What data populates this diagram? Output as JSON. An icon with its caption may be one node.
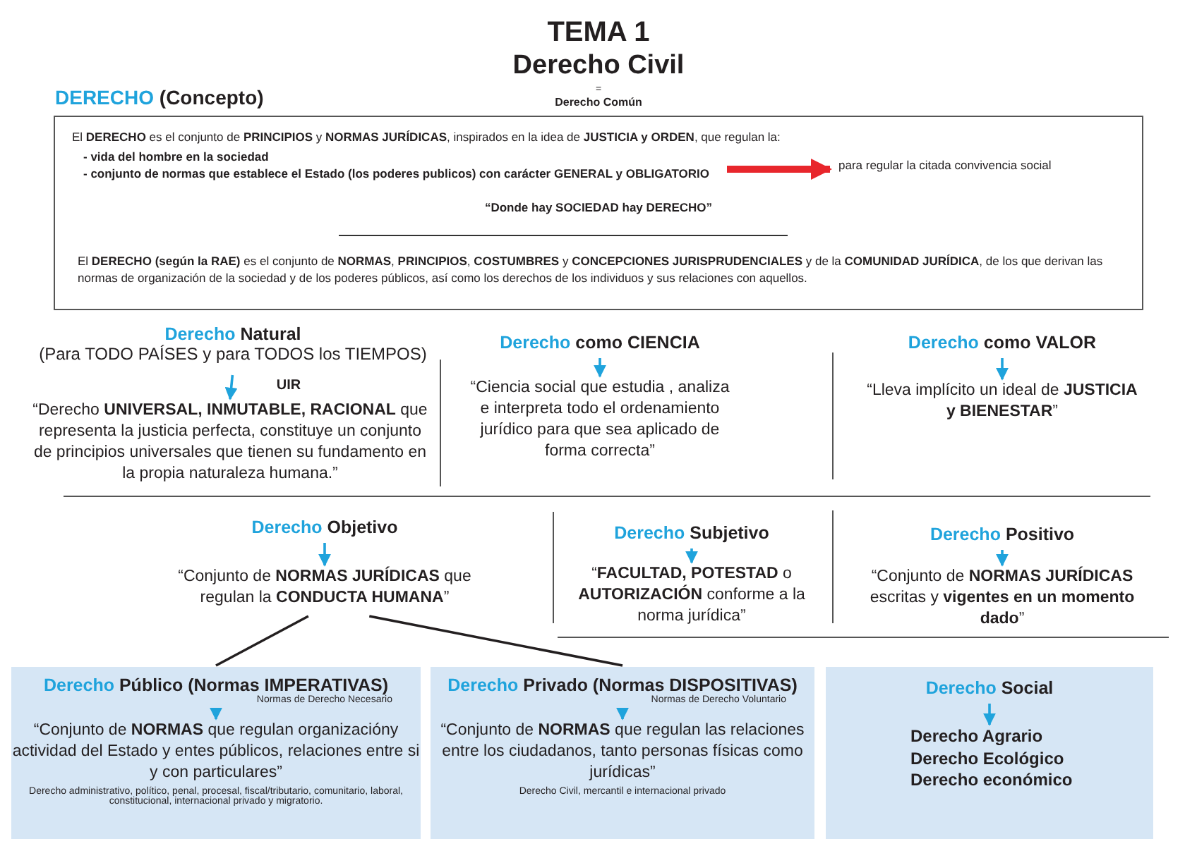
{
  "diagram": {
    "title": "TEMA 1",
    "nodes": [
      {
        "text": [
          "**DERECHO** (Concepto)",
          "El **DERECHO** es el conjunto de **PRINCIPIOS** y **NORMAS JURÍDICAS**, inspirados en la idea de **JUSTICIA y ORDEN**, que regulan la:",
          "“Donde hay SOCIEDAD hay DERECHO”",
          "El **DERECHO** **(según la RAE)** es el conjunto de **NORMAS**, **PRINCIPIOS**, **COSTUMBRES** y **CONCEPCIONES JURISPRUDENCIALES** y de la **COMUNIDAD JURÍDICA**, de los que derivan las normas de organización de la sociedad y de los poderes públicos, así como los derechos de los individuos y sus relaciones con aquellos."
        ]
      },
      {
        "text": [
          "- vida del hombre en la sociedad",
          "- conjunto de normas que establece el Estado (los poderes publicos) con carácter GENERAL y OBLIGATORIO"
        ],
        "in": 0
      },
      {
        "text": [
          "para regular la citada convivencia social"
        ],
        "in": 0
      },
      {
        "text": [
          "**Derecho** Natural",
          "(Para TODO PAÍSES y para TODOS los TIEMPOS)"
        ]
      },
      {
        "text": [
          "“Derecho **UNIVERSAL, INMUTABLE, RACIONAL** que representa la justicia perfecta, constituye un conjunto de principios universales que tienen su fundamento en la propia naturaleza humana.”"
        ]
      },
      {
        "text": [
          "**Derecho** como CIENCIA"
        ]
      },
      {
        "text": [
          "“Ciencia social que estudia , analiza e interpreta todo el ordenamiento jurídico para que sea aplicado de forma correcta”"
        ]
      },
      {
        "text": [
          "**Derecho** como VALOR"
        ]
      },
      {
        "text": [
          "“Lleva implícito un ideal de **JUSTICIA y BIENESTAR**”"
        ]
      },
      {
        "text": [
          "**Derecho** Objetivo"
        ]
      },
      {
        "text": [
          "“Conjunto de **NORMAS JURÍDICAS** que regulan la **CONDUCTA HUMANA**”"
        ]
      },
      {
        "text": [
          "**Derecho** Subjetivo"
        ]
      },
      {
        "text": [
          "“**FACULTAD, POTESTAD** o **AUTORIZACIÓN** conforme a la norma jurídica”"
        ]
      },
      {
        "text": [
          "**Derecho** Positivo"
        ]
      },
      {
        "text": [
          "“Conjunto de **NORMAS JURÍDICAS** escritas y **vigentes en un momento dado**”"
        ]
      },
      {
        "text": [],
        "shape": "box"
      },
      {
        "text": [
          "**Derecho** Público (Normas IMPERATIVAS)",
          "Normas de Derecho Necesario"
        ],
        "in": 15
      },
      {
        "text": [
          "“Conjunto de **NORMAS** que regulan organizacióny actividad del Estado y entes públicos, relaciones entre si y con particulares”",
          "Derecho administrativo, político, penal, procesal, fiscal/tributario, comunitario, laboral, constitucional, internacional privado y migratorio."
        ],
        "in": 15
      },
      {
        "text": [],
        "shape": "box"
      },
      {
        "text": [
          "**Derecho** Privado (Normas DISPOSITIVAS)",
          "Normas de Derecho Voluntario"
        ],
        "in": 18
      },
      {
        "text": [
          "“Conjunto de **NORMAS** que regulan las relaciones entre los ciudadanos, tanto personas físicas como jurídicas”",
          "Derecho Civil, mercantil e internacional privado"
        ],
        "in": 18
      },
      {
        "text": [],
        "shape": "box"
      },
      {
        "text": [
          "**Derecho** Social"
        ],
        "in": 21
      },
      {
        "text": [
          "Derecho Agrario",
          "Derecho Ecológico",
          "Derecho económico"
        ],
        "in": 21
      }
    ],
    "edges": [
      {
        "from": 1,
        "to": 2,
        "arrow": "to",
        "style": "thick",
        "color": "#e8262c"
      },
      {
        "from": 3,
        "to": 4,
        "arrow": "to",
        "label": "UIR"
      },
      {
        "from": 5,
        "to": 6,
        "arrow": "to"
      },
      {
        "from": 7,
        "to": 8,
        "arrow": "to"
      },
      {
        "from": 9,
        "to": 10,
        "arrow": "to"
      },
      {
        "from": 11,
        "to": 12,
        "arrow": "to"
      },
      {
        "from": 13,
        "to": 14,
        "arrow": "to"
      },
      {
        "from": 10,
        "to": 15,
        "arrow": "none",
        "color": "#231f20"
      },
      {
        "from": 10,
        "to": 18,
        "arrow": "none",
        "color": "#231f20"
      },
      {
        "from": 16,
        "to": 17,
        "arrow": "to"
      },
      {
        "from": 19,
        "to": 20,
        "arrow": "to"
      },
      {
        "from": 22,
        "to": 23,
        "arrow": "to"
      }
    ],
    "labels": [
      "Derecho Civil",
      "=",
      "Derecho Común"
    ]
  }
}
